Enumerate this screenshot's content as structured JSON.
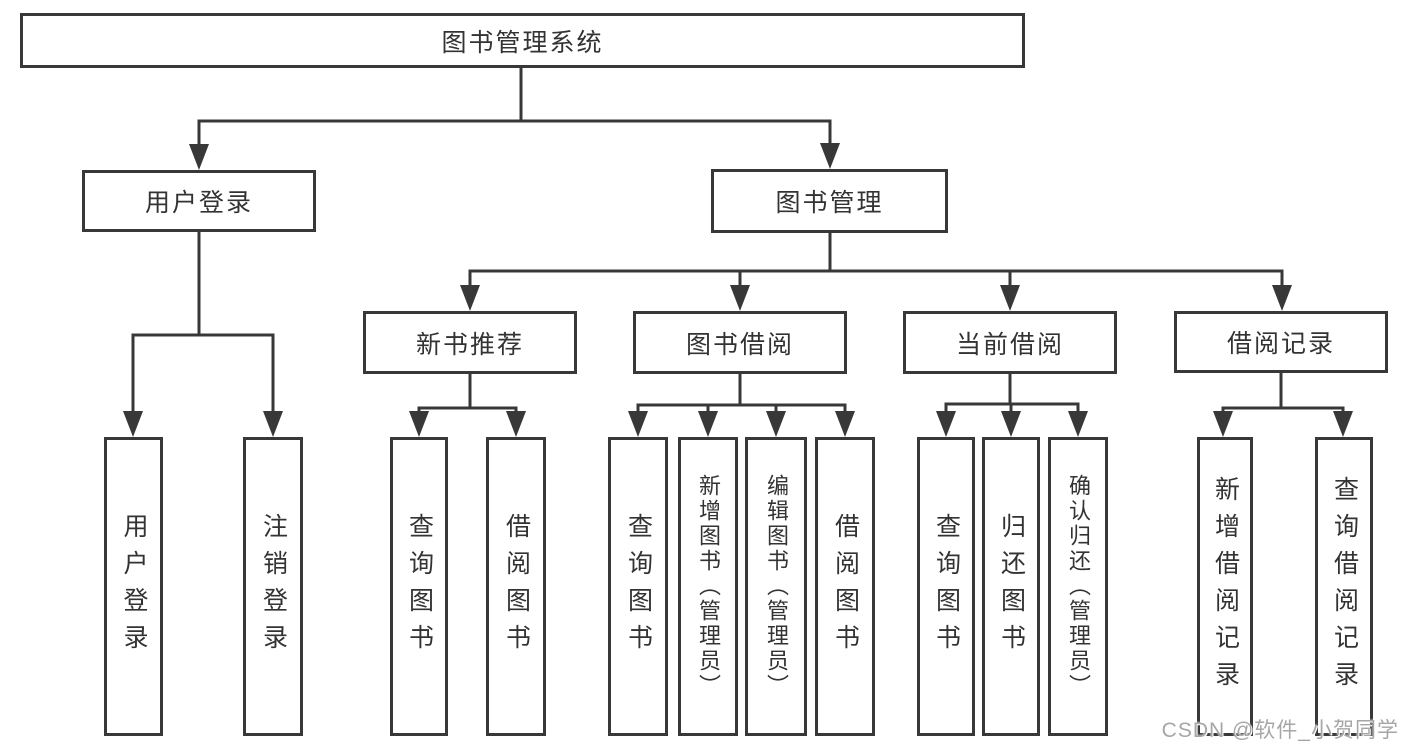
{
  "diagram": {
    "root": {
      "label": "图书管理系统"
    },
    "level2": [
      {
        "label": "用户登录"
      },
      {
        "label": "图书管理"
      }
    ],
    "level3": [
      {
        "label": "新书推荐"
      },
      {
        "label": "图书借阅"
      },
      {
        "label": "当前借阅"
      },
      {
        "label": "借阅记录"
      }
    ],
    "leaves": [
      {
        "label": "用户登录"
      },
      {
        "label": "注销登录"
      },
      {
        "label": "查询图书"
      },
      {
        "label": "借阅图书"
      },
      {
        "label": "查询图书"
      },
      {
        "label": "新增图书（管理员）"
      },
      {
        "label": "编辑图书（管理员）"
      },
      {
        "label": "借阅图书"
      },
      {
        "label": "查询图书"
      },
      {
        "label": "归还图书"
      },
      {
        "label": "确认归还（管理员）"
      },
      {
        "label": "新增借阅记录"
      },
      {
        "label": "查询借阅记录"
      }
    ]
  },
  "watermark": {
    "text": "CSDN @软件_小贺同学"
  },
  "colors": {
    "line": "#383838",
    "text": "#333333",
    "watermark_gray": "#a6a6a6",
    "background": "#ffffff"
  }
}
